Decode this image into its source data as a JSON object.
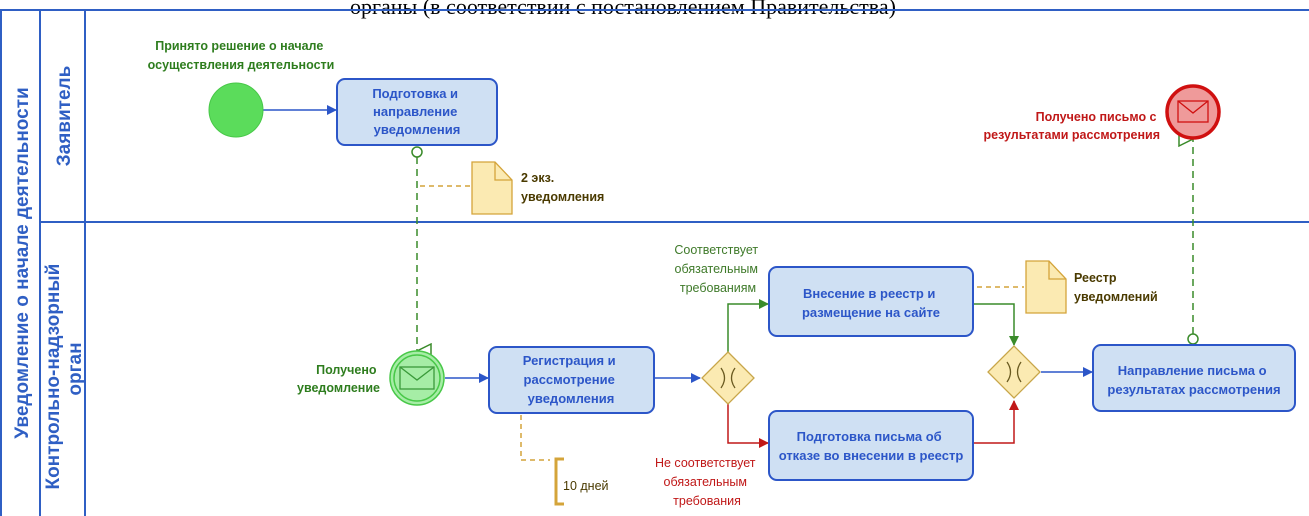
{
  "header_fragment": "органы (в соответствии с постановлением Правительства)",
  "pool": {
    "label": "Уведомление о начале деятельности"
  },
  "lanes": [
    {
      "label": "Заявитель"
    },
    {
      "label_lines": [
        "Контрольно-надзорный",
        "орган"
      ]
    }
  ],
  "start_event": {
    "label_lines": [
      "Принято решение о начале",
      "осуществления деятельности"
    ]
  },
  "tasks": {
    "prepare": {
      "lines": [
        "Подготовка и",
        "направление",
        "уведомления"
      ]
    },
    "register": {
      "lines": [
        "Регистрация и",
        "рассмотрение",
        "уведомления"
      ]
    },
    "registry": {
      "lines": [
        "Внесение в реестр и",
        "размещение на сайте"
      ]
    },
    "refusal": {
      "lines": [
        "Подготовка письма об",
        "отказе во внесении в реестр"
      ]
    },
    "send_letter": {
      "lines": [
        "Направление письма о",
        "результатах рассмотрения"
      ]
    }
  },
  "data_objects": {
    "copies": {
      "lines": [
        "2 экз.",
        "уведомления"
      ]
    },
    "register_doc": {
      "lines": [
        "Реестр",
        "уведомлений"
      ]
    }
  },
  "events": {
    "received_notice": {
      "lines": [
        "Получено",
        "уведомление"
      ]
    },
    "end_letter": {
      "lines": [
        "Получено письмо с",
        "результатами рассмотрения"
      ]
    }
  },
  "branches": {
    "ok": {
      "lines": [
        "Соответствует",
        "обязательным",
        "требованиям"
      ]
    },
    "fail": {
      "lines": [
        "Не соответствует",
        "обязательным",
        "требования"
      ]
    }
  },
  "annotation": {
    "text": "10 дней"
  },
  "icons": {
    "start": "start-event-circle",
    "message_catch": "envelope-icon",
    "message_end": "envelope-icon",
    "gateway": "exclusive-gateway-x-icon",
    "document": "document-icon"
  },
  "colors": {
    "pool_border": "#2f5fc4",
    "task_fill": "#cfe0f3",
    "task_border": "#2c56c8",
    "start_fill": "#5bdc5b",
    "end_fill": "#ef9a9a",
    "end_border": "#d01010",
    "gateway_fill": "#fbeab2",
    "gateway_border": "#c8a64a",
    "flow_blue": "#2c56c8",
    "flow_green": "#3a8b2a",
    "flow_red": "#c01818",
    "message_flow": "#3a8b2a",
    "association": "#d4a43a",
    "doc_fill": "#fbeab2"
  }
}
